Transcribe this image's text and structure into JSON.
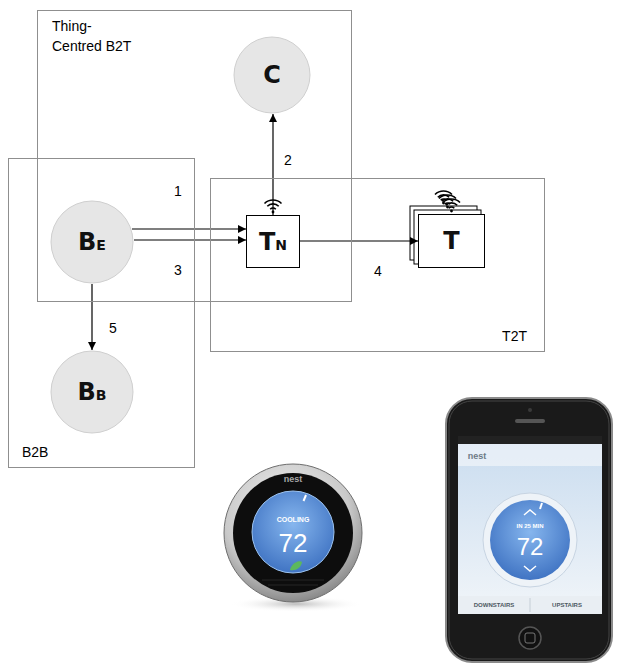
{
  "diagram": {
    "nodes": [
      {
        "text": [
          "Thing- Centred B2T"
        ]
      },
      {
        "text": [
          "C"
        ],
        "in": 0
      },
      {
        "text": [
          "B2B"
        ]
      },
      {
        "text": [
          "T2T"
        ]
      },
      {
        "text": [
          "BE"
        ],
        "in": 2
      },
      {
        "text": [
          "TN"
        ],
        "in": 3
      },
      {
        "text": [
          "T"
        ],
        "in": 3
      },
      {
        "text": [
          "BB"
        ],
        "in": 2
      }
    ],
    "edges": [
      {
        "from": 4,
        "to": 5,
        "arrow": "to",
        "label": "1"
      },
      {
        "from": 5,
        "to": 1,
        "arrow": "to",
        "label": "2"
      },
      {
        "from": 4,
        "to": 5,
        "arrow": "to",
        "label": "3"
      },
      {
        "from": 5,
        "to": 6,
        "arrow": "to",
        "label": "4"
      },
      {
        "from": 4,
        "to": 7,
        "arrow": "to",
        "label": "5"
      }
    ],
    "labels": [
      "nest",
      "COOLING",
      "72",
      "nest",
      "IN 25 MIN",
      "72",
      "DOWNSTAIRS",
      "UPSTAIRS"
    ]
  }
}
